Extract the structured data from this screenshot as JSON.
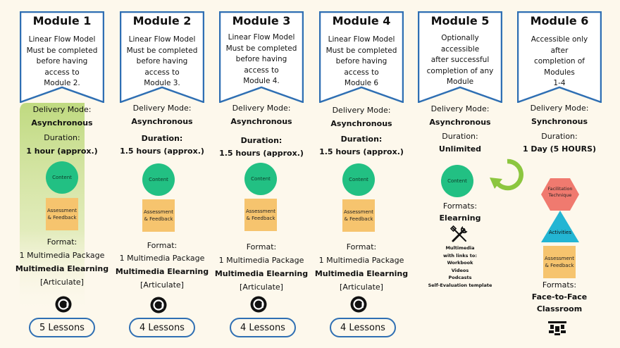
{
  "modules": [
    {
      "title": "Module 1",
      "desc": [
        "Linear Flow Model",
        "Must be completed",
        "before having access to",
        "Module 2."
      ],
      "delivery_label": "Delivery Mode:",
      "delivery": "Asynchronous",
      "duration_label": "Duration:",
      "duration": "1 hour (approx.)",
      "content": "Content",
      "assessment": [
        "Assessment",
        "& Feedback"
      ],
      "format_label": "Format:",
      "format": [
        "1 Multimedia Package",
        "Multimedia Elearning",
        "[Articulate]"
      ],
      "lessons": "5 Lessons"
    },
    {
      "title": "Module 2",
      "desc": [
        "Linear Flow Model",
        "Must be completed",
        "before having access to",
        "Module 3."
      ],
      "delivery_label": "Delivery Mode:",
      "delivery": "Asynchronous",
      "duration_label": "Duration:",
      "duration": "1.5 hours (approx.)",
      "content": "Content",
      "assessment": [
        "Assessment",
        "& Feedback"
      ],
      "format_label": "Format:",
      "format": [
        "1 Multimedia Package",
        "Multimedia Elearning",
        "[Articulate]"
      ],
      "lessons": "4 Lessons"
    },
    {
      "title": "Module 3",
      "desc": [
        "Linear Flow Model",
        "Must be completed",
        "before having access to",
        "Module 4."
      ],
      "delivery_label": "Delivery Mode:",
      "delivery": "Asynchronous",
      "duration_label": "Duration:",
      "duration": "1.5 hours (approx.)",
      "content": "Content",
      "assessment": [
        "Assessment",
        "& Feedback"
      ],
      "format_label": "Format:",
      "format": [
        "1 Multimedia Package",
        "Multimedia Elearning",
        "[Articulate]"
      ],
      "lessons": "4 Lessons"
    },
    {
      "title": "Module 4",
      "desc": [
        "Linear Flow Model",
        "Must be completed",
        "before having access to",
        "Module 6"
      ],
      "delivery_label": "Delivery Mode:",
      "delivery": "Asynchronous",
      "duration_label": "Duration:",
      "duration": "1.5 hours (approx.)",
      "content": "Content",
      "assessment": [
        "Assessment",
        "& Feedback"
      ],
      "format_label": "Format:",
      "format": [
        "1 Multimedia Package",
        "Multimedia Elearning",
        "[Articulate]"
      ],
      "lessons": "4 Lessons"
    },
    {
      "title": "Module 5",
      "desc": [
        "Optionally accessible",
        "after successful",
        "completion of any",
        "Module"
      ],
      "delivery_label": "Delivery Mode:",
      "delivery": "Asynchronous",
      "duration_label": "Duration:",
      "duration": "Unlimited",
      "content": "Content",
      "formats_label": "Formats:",
      "formats": "Elearning",
      "extras": [
        "Multimedia",
        "with links to:",
        "Workbook",
        "Videos",
        "Podcasts",
        "Self-Evaluation template"
      ]
    },
    {
      "title": "Module 6",
      "desc": [
        "Accessible only after",
        "completion of Modules",
        "1-4"
      ],
      "delivery_label": "Delivery Mode:",
      "delivery": "Synchronous",
      "duration_label": "Duration:",
      "duration": "1 Day (5 HOURS)",
      "facilitation": [
        "Facilitation",
        "Technique"
      ],
      "activities": "Activities",
      "assessment": [
        "Assessment",
        "& Feedback"
      ],
      "formats_label": "Formats:",
      "formats": [
        "Face-to-Face",
        "Classroom"
      ]
    }
  ],
  "colors": {
    "banner_border": "#2f6fb3",
    "content_circle": "#22c083",
    "assessment_box": "#f6c46e",
    "hexagon": "#f07a6f",
    "triangle": "#23b5d3",
    "cycle_arrow": "#8cc63f",
    "highlight": "#bcd87a"
  },
  "icons": [
    "articulate-logo-icon",
    "tools-icon",
    "cycle-arrow-icon",
    "classroom-icon"
  ]
}
